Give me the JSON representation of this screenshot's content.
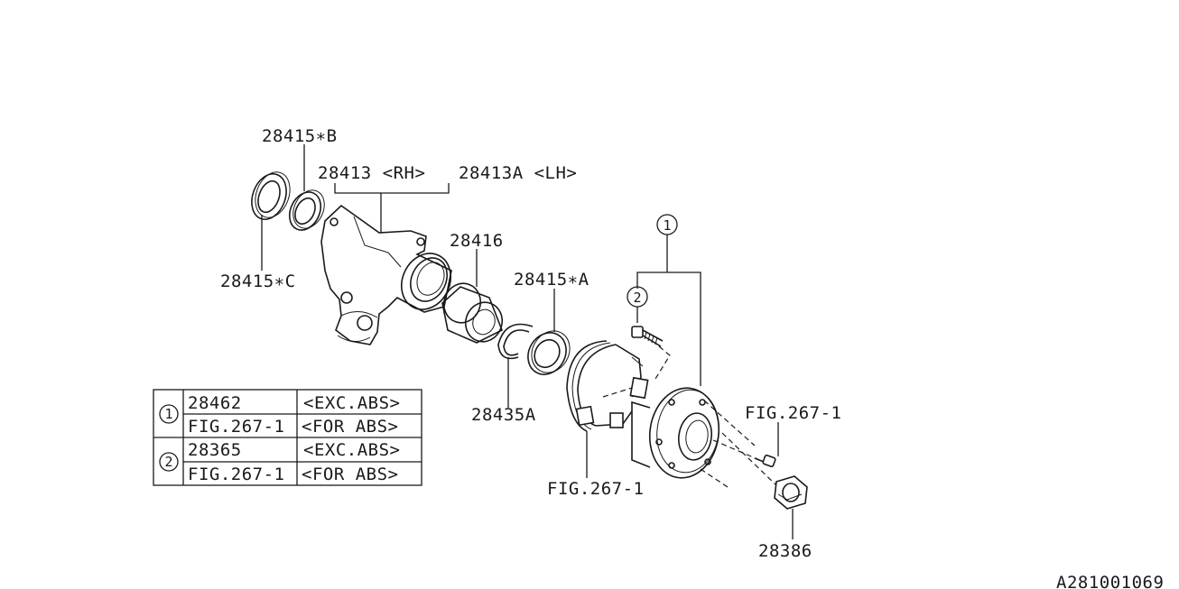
{
  "callouts": {
    "seal_b": "28415∗B",
    "housing_rh": "28413 <RH>",
    "housing_lh": "28413A <LH>",
    "seal_c": "28415∗C",
    "bearing": "28416",
    "seal_a": "28415∗A",
    "snap_ring": "28435A",
    "fig_upper": "FIG.267-1",
    "fig_lower": "FIG.267-1",
    "nut": "28386",
    "ref_1": "1",
    "ref_2": "2",
    "diagram_id": "A281001069"
  },
  "table": {
    "rows": [
      {
        "ref": "1",
        "part": "28462",
        "note": "<EXC.ABS>"
      },
      {
        "ref": "",
        "part": "FIG.267-1",
        "note": "<FOR ABS>"
      },
      {
        "ref": "2",
        "part": "28365",
        "note": "<EXC.ABS>"
      },
      {
        "ref": "",
        "part": "FIG.267-1",
        "note": "<FOR ABS>"
      }
    ]
  }
}
